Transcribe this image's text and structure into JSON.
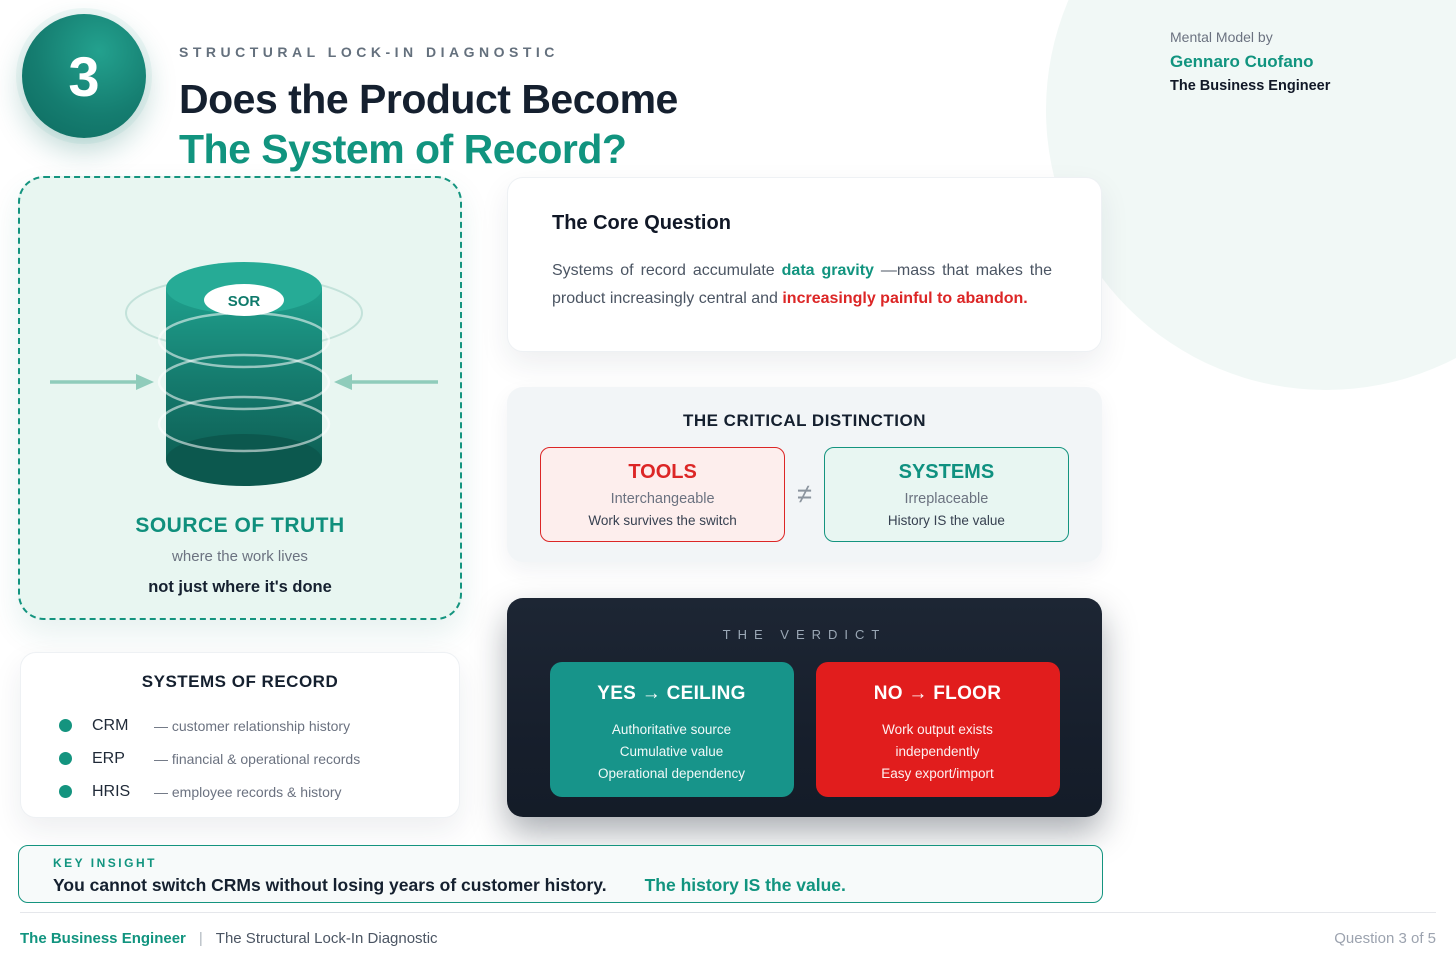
{
  "page": {
    "badge_number": "3",
    "eyebrow": "STRUCTURAL LOCK-IN DIAGNOSTIC",
    "title_line1": "Does the Product Become",
    "title_line2": "The System of Record?"
  },
  "attribution": {
    "label": "Mental Model by",
    "author": "Gennaro Cuofano",
    "brand": "The Business Engineer"
  },
  "source_panel": {
    "badge": "SOR",
    "title": "SOURCE OF TRUTH",
    "subtitle": "where the work lives",
    "emphasis": "not just where it's done"
  },
  "core_question": {
    "title": "The Core Question",
    "text_before": "Systems of record accumulate ",
    "highlight_teal": "data gravity",
    "text_middle": " —mass that makes the product increasingly central and ",
    "highlight_red": "increasingly painful to abandon."
  },
  "critical_distinction": {
    "title": "THE CRITICAL DISTINCTION",
    "not_equal": "≠",
    "tools": {
      "title": "TOOLS",
      "line1": "Interchangeable",
      "line2": "Work survives the switch"
    },
    "systems": {
      "title": "SYSTEMS",
      "line1": "Irreplaceable",
      "line2": "History IS the value"
    }
  },
  "verdict": {
    "title": "THE VERDICT",
    "yes": {
      "title": "YES → CEILING",
      "lines": [
        "Authoritative source",
        "Cumulative value",
        "Operational dependency"
      ]
    },
    "no": {
      "title": "NO → FLOOR",
      "lines": [
        "Work output exists",
        "independently",
        "Easy export/import"
      ]
    }
  },
  "systems_of_record": {
    "title": "SYSTEMS OF RECORD",
    "items": [
      {
        "acronym": "CRM",
        "description": "— customer relationship history"
      },
      {
        "acronym": "ERP",
        "description": "— financial & operational records"
      },
      {
        "acronym": "HRIS",
        "description": "— employee records & history"
      }
    ]
  },
  "key_insight": {
    "label": "KEY INSIGHT",
    "text": "You cannot switch CRMs without losing years of customer history.",
    "highlight": "The history IS the value."
  },
  "footer": {
    "brand": "The Business Engineer",
    "separator": "|",
    "title": "The Structural Lock-In Diagnostic",
    "page_indicator": "Question 3 of 5"
  },
  "colors": {
    "accent_teal": "#11947f",
    "accent_red": "#dc2626",
    "verdict_teal": "#17948a",
    "verdict_red": "#e11d1d",
    "dark_navy": "#15202f",
    "mint_bg": "#e8f6f1"
  }
}
